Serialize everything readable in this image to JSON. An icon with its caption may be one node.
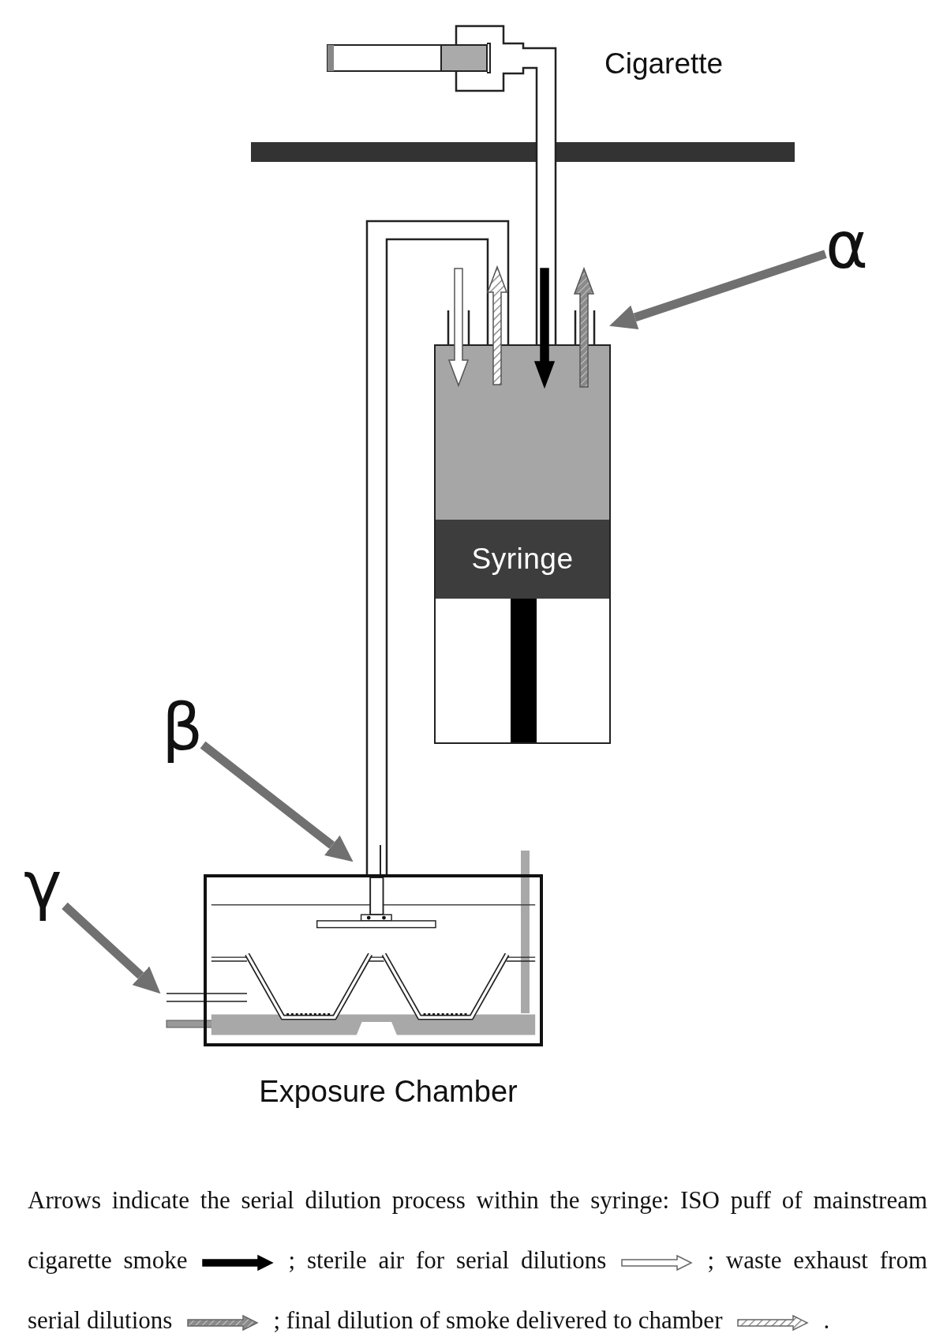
{
  "diagram": {
    "caption": "Arrows indicate the serial dilution process within the syringe:",
    "nodes": [
      {
        "text": [
          "Syringe"
        ]
      },
      {
        "text": [
          "Exposure Chamber"
        ]
      },
      {
        "text": [
          "α"
        ]
      },
      {
        "text": [
          "β"
        ]
      },
      {
        "text": [
          "γ"
        ]
      }
    ],
    "edges": [
      {
        "from": 2,
        "to": 0,
        "arrow": "to"
      },
      {
        "from": 3,
        "to": 1,
        "arrow": "to"
      },
      {
        "from": 4,
        "to": 1,
        "arrow": "to"
      }
    ],
    "labels": [
      "Cigarette",
      ";",
      ";",
      ";",
      "."
    ],
    "legend": [
      {
        "text": "ISO puff of mainstream cigarette smoke"
      },
      {
        "text": "sterile air for serial dilutions"
      },
      {
        "text": "waste exhaust from serial dilutions"
      },
      {
        "text": "final dilution of smoke delivered to chamber"
      }
    ]
  }
}
